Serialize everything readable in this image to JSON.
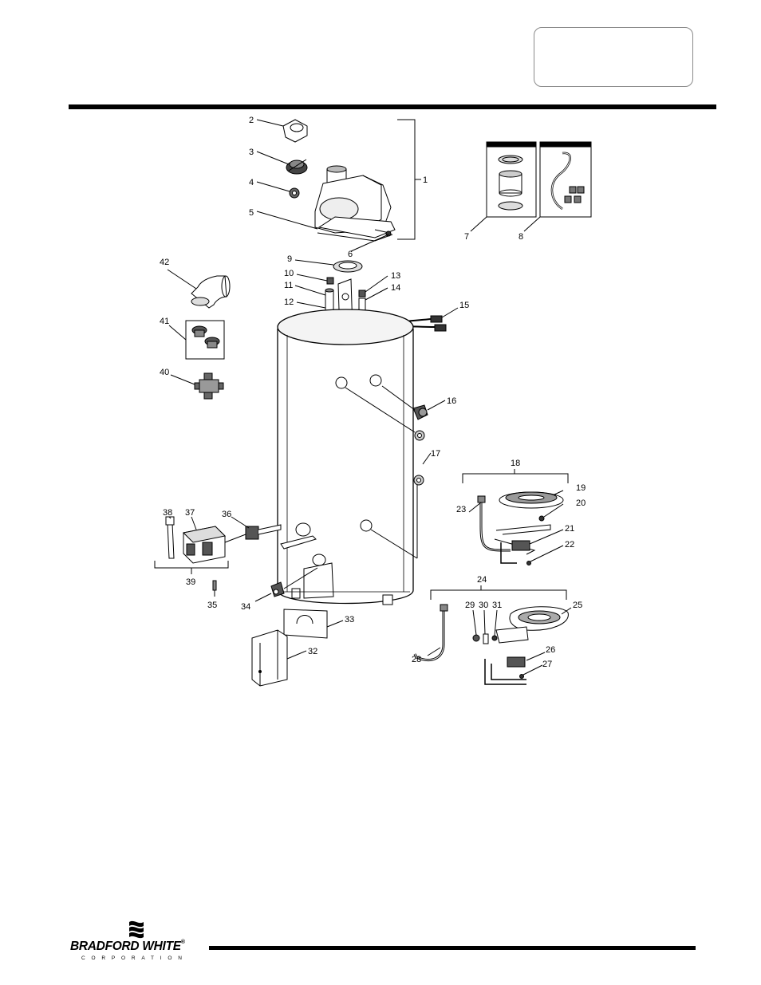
{
  "brand": {
    "name": "BRADFORD WHITE",
    "registered": "®",
    "subline": "CORPORATION"
  },
  "callouts": {
    "c1": "1",
    "c2": "2",
    "c3": "3",
    "c4": "4",
    "c5": "5",
    "c6": "6",
    "c7": "7",
    "c8": "8",
    "c9": "9",
    "c10": "10",
    "c11": "11",
    "c12": "12",
    "c13": "13",
    "c14": "14",
    "c15": "15",
    "c16": "16",
    "c17": "17",
    "c18": "18",
    "c19": "19",
    "c20": "20",
    "c21": "21",
    "c22": "22",
    "c23": "23",
    "c24": "24",
    "c25": "25",
    "c26": "26",
    "c27": "27",
    "c28": "28",
    "c29": "29",
    "c30": "30",
    "c31": "31",
    "c32": "32",
    "c33": "33",
    "c34": "34",
    "c35": "35",
    "c36": "36",
    "c37": "37",
    "c38": "38",
    "c39": "39",
    "c40": "40",
    "c41": "41",
    "c42": "42"
  }
}
